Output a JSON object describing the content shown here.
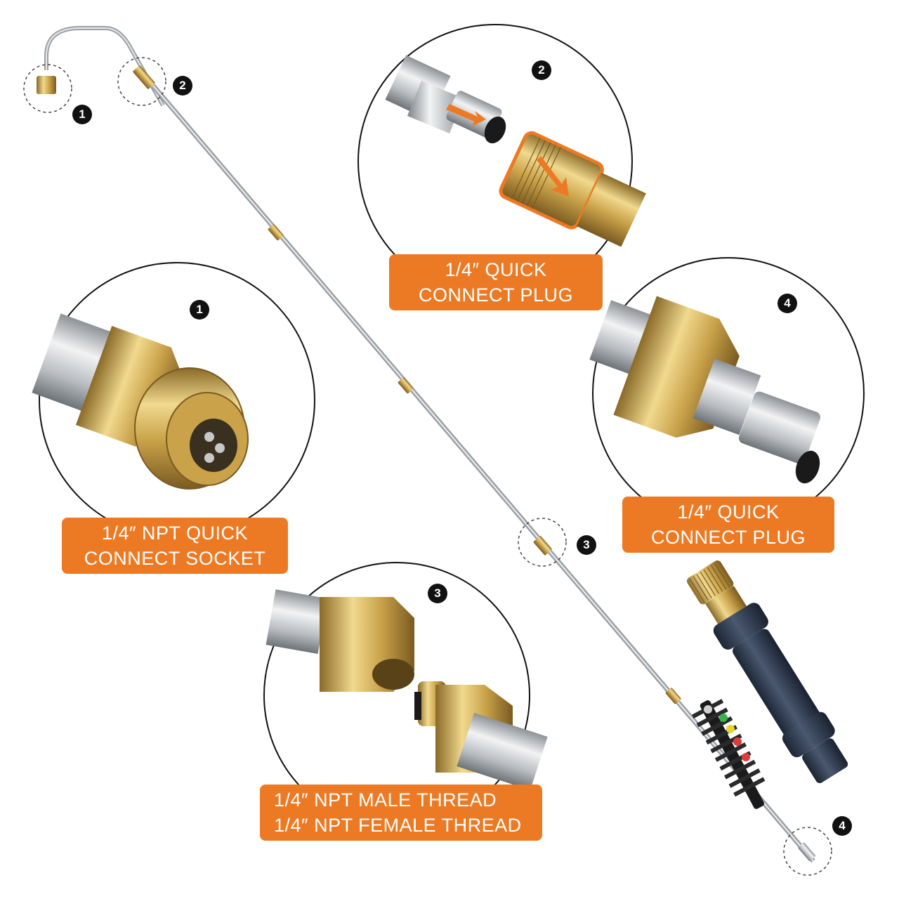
{
  "labels": {
    "top_right": [
      "1/4″ QUICK",
      "CONNECT PLUG"
    ],
    "middle_right": [
      "1/4″ QUICK",
      "CONNECT PLUG"
    ],
    "middle_left": [
      "1/4″ NPT QUICK",
      "CONNECT SOCKET"
    ],
    "bottom": [
      "1/4″ NPT MALE THREAD",
      "1/4″ NPT FEMALE THREAD"
    ]
  },
  "markers": {
    "rod_1": "1",
    "rod_2": "2",
    "rod_3": "3",
    "rod_4": "4",
    "detail_1": "1",
    "detail_2": "2",
    "detail_3": "3",
    "detail_4": "4"
  },
  "colors": {
    "accent": "#ec7a24",
    "brass": "#c9a24a",
    "steel": "#b8bcc0",
    "marker": "#111111"
  }
}
